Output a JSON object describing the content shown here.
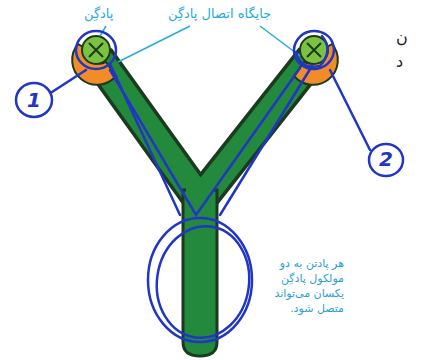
{
  "diagram": {
    "labels": [
      "پادگِن",
      "جایگاه اتصال پادگِن",
      "ن",
      "د",
      "1",
      "2",
      "هر پادتن به دو مولکول پادگِن یکسان می‌تواند متصل شود."
    ]
  }
}
